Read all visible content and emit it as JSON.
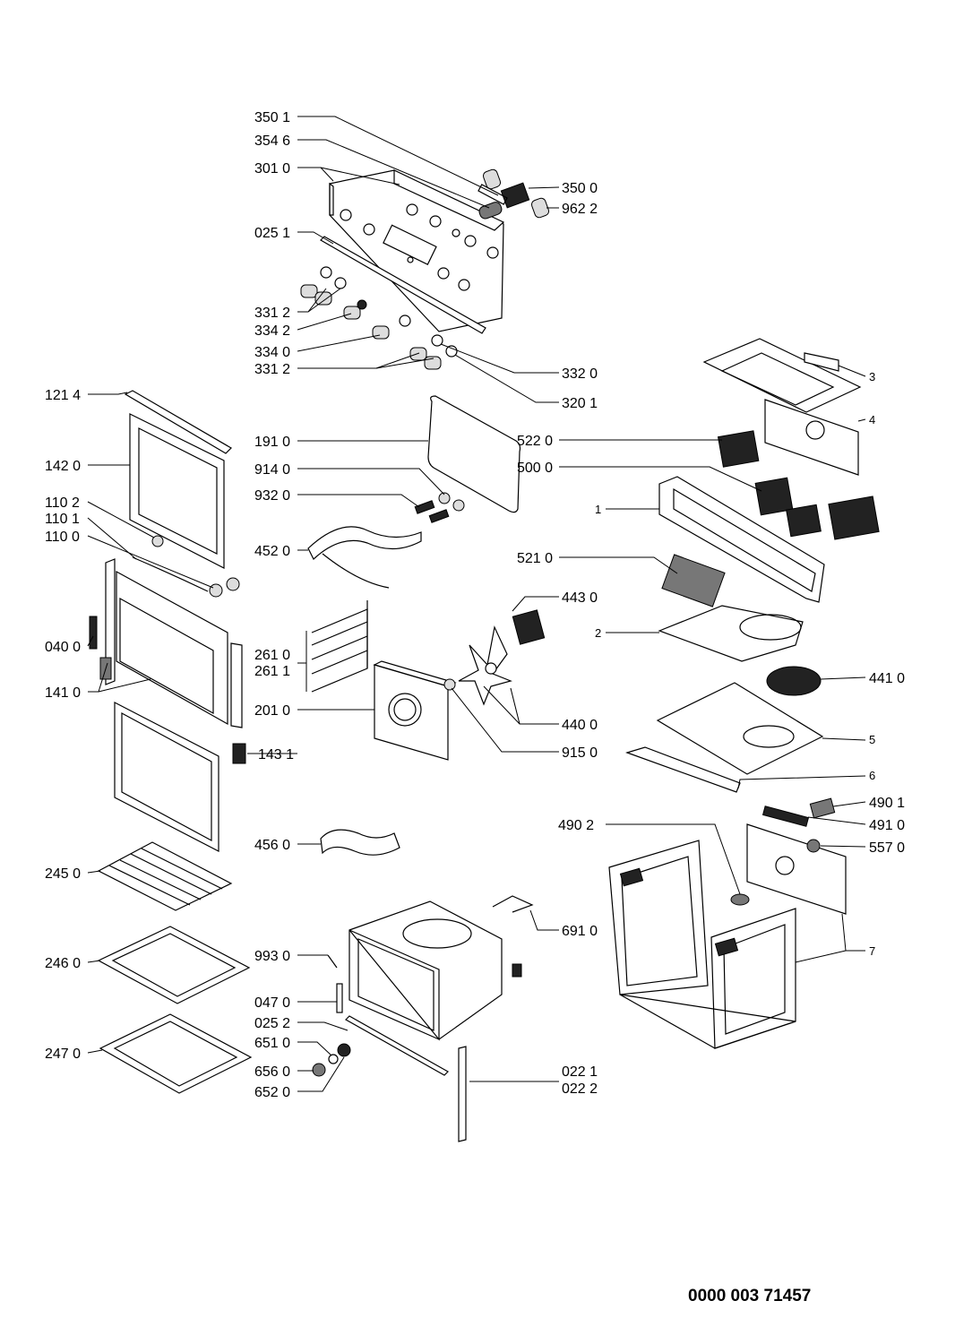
{
  "document_number": "0000 003 71457",
  "labels": {
    "l3501": "350 1",
    "l3546": "354 6",
    "l3010": "301 0",
    "l3500": "350 0",
    "l9622": "962 2",
    "l0251": "025 1",
    "l3312a": "331 2",
    "l3342": "334 2",
    "l3340": "334 0",
    "l3312b": "331 2",
    "l3320": "332 0",
    "l3201": "320 1",
    "l1214": "121 4",
    "l1910": "191 0",
    "l1420": "142 0",
    "l9140": "914 0",
    "l9320": "932 0",
    "l1102": "110 2",
    "l1101": "110 1",
    "l1100": "110 0",
    "l4520": "452 0",
    "l0400": "040 0",
    "l1410": "141 0",
    "l2610": "261 0",
    "l2611": "261 1",
    "l2010": "201 0",
    "l1431": "143 1",
    "l4430": "443 0",
    "l4400": "440 0",
    "l9150": "915 0",
    "l4560": "456 0",
    "l2450": "245 0",
    "l2460": "246 0",
    "l2470": "247 0",
    "l9930": "993 0",
    "l0470": "047 0",
    "l0252": "025 2",
    "l6510": "651 0",
    "l6560": "656 0",
    "l6520": "652 0",
    "l6910": "691 0",
    "l0221": "022 1",
    "l0222": "022 2",
    "l5220": "522 0",
    "l5000": "500 0",
    "l5210": "521 0",
    "l4410": "441 0",
    "l4901": "490 1",
    "l4910": "491 0",
    "l5570": "557 0",
    "l4902": "490 2",
    "r3": "3",
    "r4": "4",
    "r1": "1",
    "r2": "2",
    "r5": "5",
    "r6": "6",
    "r7": "7"
  }
}
